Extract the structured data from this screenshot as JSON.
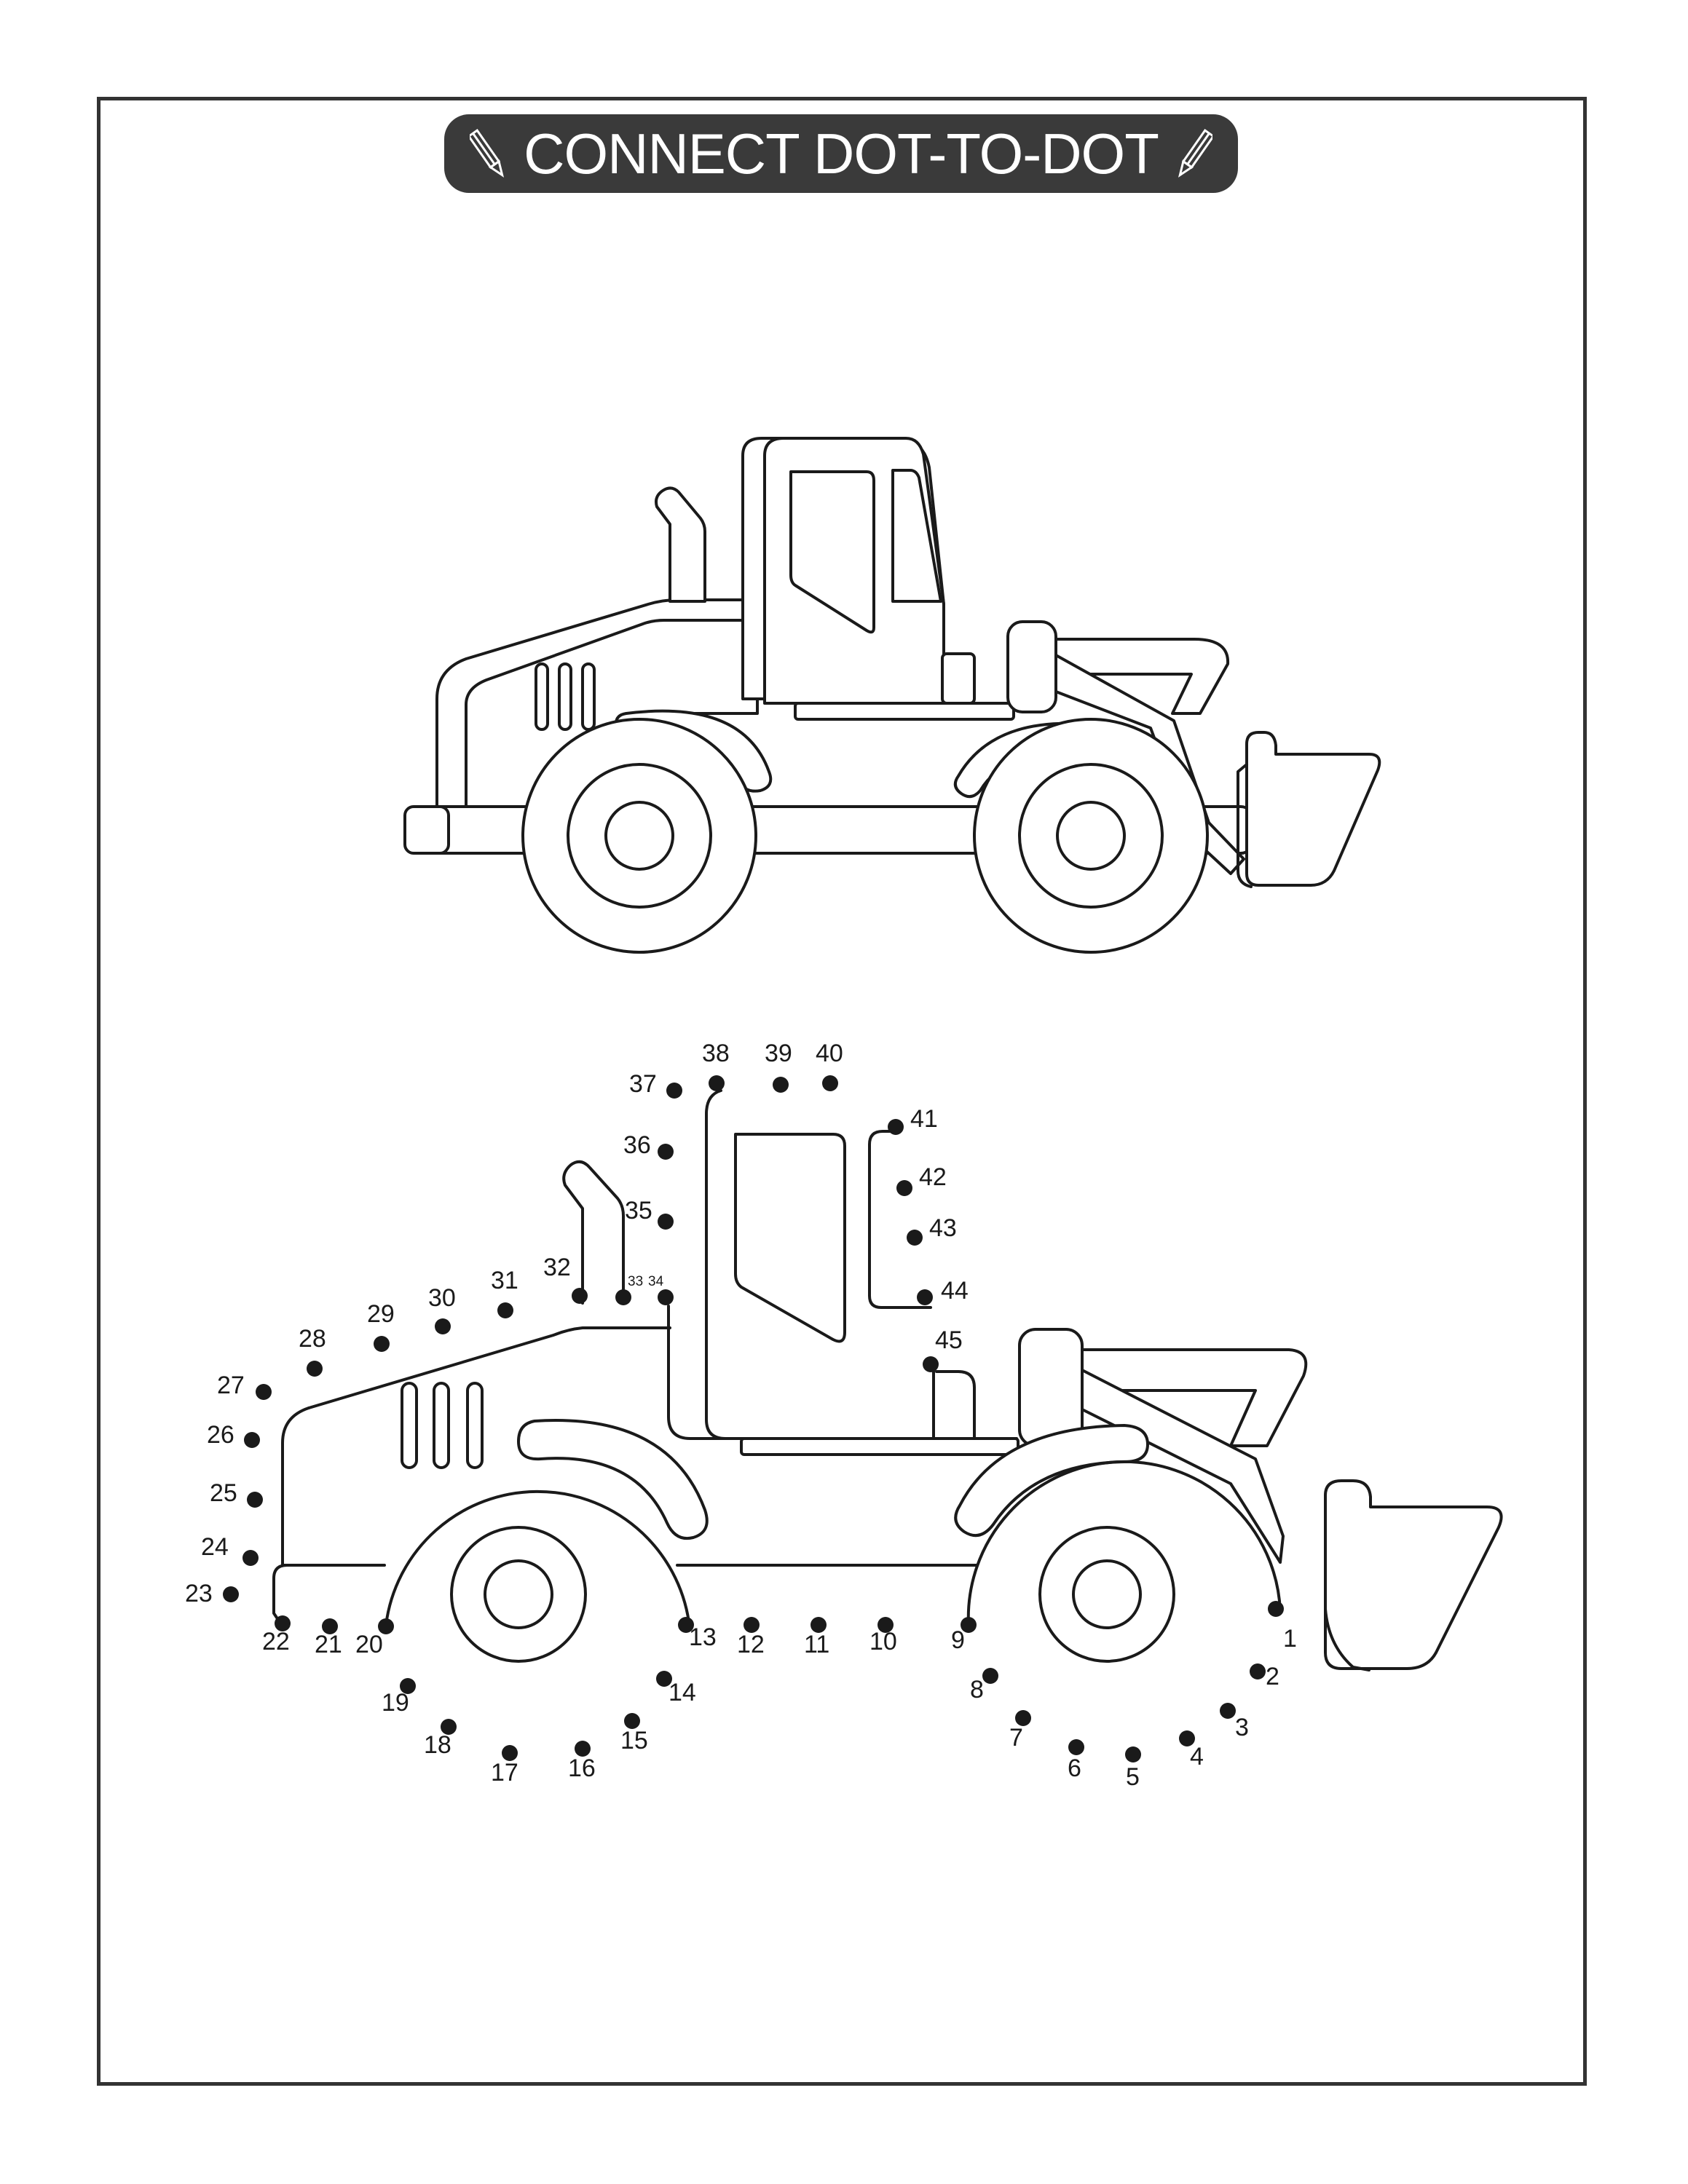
{
  "title": "CONNECT DOT-TO-DOT",
  "colors": {
    "ink": "#1a1a1a",
    "banner": "#3a3a3a",
    "frame": "#333333",
    "paper": "#ffffff"
  },
  "icons": [
    "pencil-icon-left",
    "pencil-icon-right"
  ],
  "dot_count": 45,
  "dots": [
    {
      "label": "1"
    },
    {
      "label": "2"
    },
    {
      "label": "3"
    },
    {
      "label": "4"
    },
    {
      "label": "5"
    },
    {
      "label": "6"
    },
    {
      "label": "7"
    },
    {
      "label": "8"
    },
    {
      "label": "9"
    },
    {
      "label": "10"
    },
    {
      "label": "11"
    },
    {
      "label": "12"
    },
    {
      "label": "13"
    },
    {
      "label": "14"
    },
    {
      "label": "15"
    },
    {
      "label": "16"
    },
    {
      "label": "17"
    },
    {
      "label": "18"
    },
    {
      "label": "19"
    },
    {
      "label": "20"
    },
    {
      "label": "21"
    },
    {
      "label": "22"
    },
    {
      "label": "23"
    },
    {
      "label": "24"
    },
    {
      "label": "25"
    },
    {
      "label": "26"
    },
    {
      "label": "27"
    },
    {
      "label": "28"
    },
    {
      "label": "29"
    },
    {
      "label": "30"
    },
    {
      "label": "31"
    },
    {
      "label": "32"
    },
    {
      "label": "33"
    },
    {
      "label": "34"
    },
    {
      "label": "35"
    },
    {
      "label": "36"
    },
    {
      "label": "37"
    },
    {
      "label": "38"
    },
    {
      "label": "39"
    },
    {
      "label": "40"
    },
    {
      "label": "41"
    },
    {
      "label": "42"
    },
    {
      "label": "43"
    },
    {
      "label": "44"
    },
    {
      "label": "45"
    }
  ]
}
